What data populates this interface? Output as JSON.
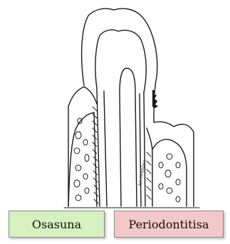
{
  "labels": {
    "healthy": "Osasuna",
    "disease": "Periodontitisa"
  },
  "signature": "Ari Ordóñez",
  "colors": {
    "healthy_box": "#d6f0bf",
    "disease_box": "#f3c8c8",
    "line": "#1a1a1a"
  }
}
